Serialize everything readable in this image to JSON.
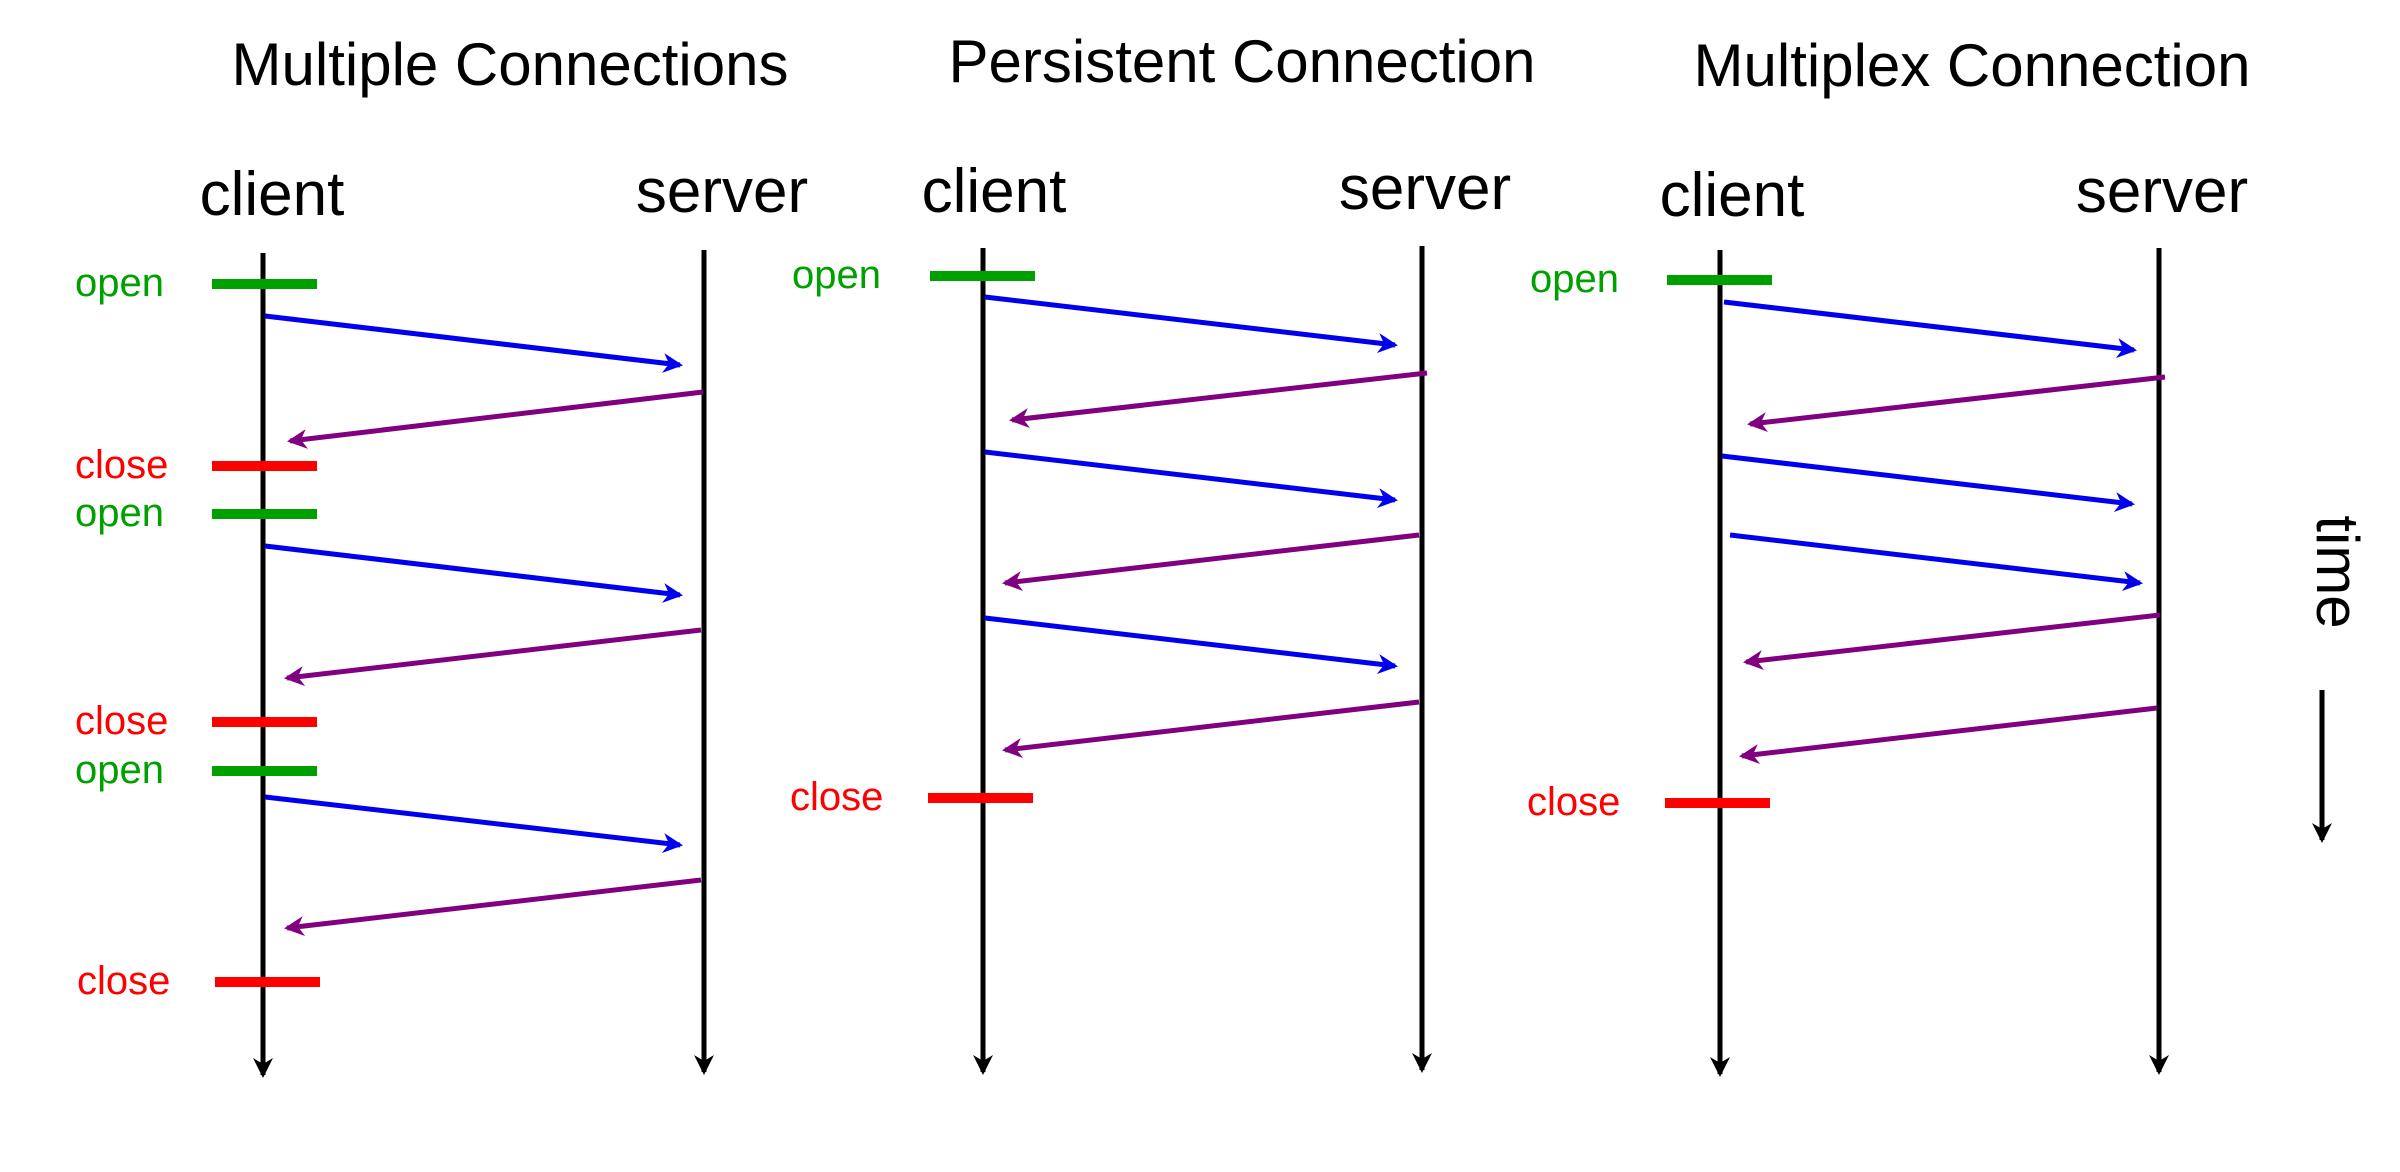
{
  "colors": {
    "lifeline": "#000000",
    "request": "#0000ee",
    "response": "#800080",
    "open": "#00a000",
    "close": "#ff0000"
  },
  "time_label": "time",
  "panels": [
    {
      "title": "Multiple Connections",
      "client_label": "client",
      "server_label": "server",
      "events": [
        {
          "type": "open",
          "label": "open"
        },
        {
          "type": "request"
        },
        {
          "type": "response"
        },
        {
          "type": "close",
          "label": "close"
        },
        {
          "type": "open",
          "label": "open"
        },
        {
          "type": "request"
        },
        {
          "type": "response"
        },
        {
          "type": "close",
          "label": "close"
        },
        {
          "type": "open",
          "label": "open"
        },
        {
          "type": "request"
        },
        {
          "type": "response"
        },
        {
          "type": "close",
          "label": "close"
        }
      ]
    },
    {
      "title": "Persistent Connection",
      "client_label": "client",
      "server_label": "server",
      "events": [
        {
          "type": "open",
          "label": "open"
        },
        {
          "type": "request"
        },
        {
          "type": "response"
        },
        {
          "type": "request"
        },
        {
          "type": "response"
        },
        {
          "type": "request"
        },
        {
          "type": "response"
        },
        {
          "type": "close",
          "label": "close"
        }
      ]
    },
    {
      "title": "Multiplex Connection",
      "client_label": "client",
      "server_label": "server",
      "events": [
        {
          "type": "open",
          "label": "open"
        },
        {
          "type": "request"
        },
        {
          "type": "response"
        },
        {
          "type": "request"
        },
        {
          "type": "request"
        },
        {
          "type": "response"
        },
        {
          "type": "response"
        },
        {
          "type": "close",
          "label": "close"
        }
      ]
    }
  ]
}
